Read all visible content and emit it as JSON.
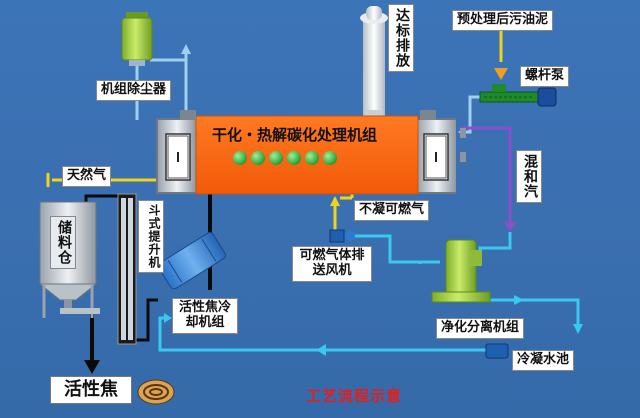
{
  "labels": {
    "dust_collector": "机组除尘器",
    "exhaust": "达标排放",
    "sludge": "预处理后污油泥",
    "screw_pump": "螺杆泵",
    "main_unit": "干化・热解碳化处理机组",
    "natural_gas": "天然气",
    "mixed_vapor": "混和汽",
    "non_condensable": "不凝可燃气",
    "storage_bin": "储料仓",
    "bucket_elevator": "斗式提升机",
    "gas_fan": "可燃气体排送风机",
    "coke_cooler": "活性焦冷却机组",
    "separation_unit": "净化分离机组",
    "condensing_pool": "冷凝水池",
    "product": "活性焦",
    "diagram_title": "工艺流程示意"
  },
  "colors": {
    "background": "#3b6fb0",
    "reactor": "#ff6a13",
    "equipment_green": "#a8d44a",
    "gas_pipe": "#f2d21b",
    "water_pipe": "#38c8f0",
    "vapor_pipe": "#8a4fc9",
    "title_red": "#e02020"
  }
}
